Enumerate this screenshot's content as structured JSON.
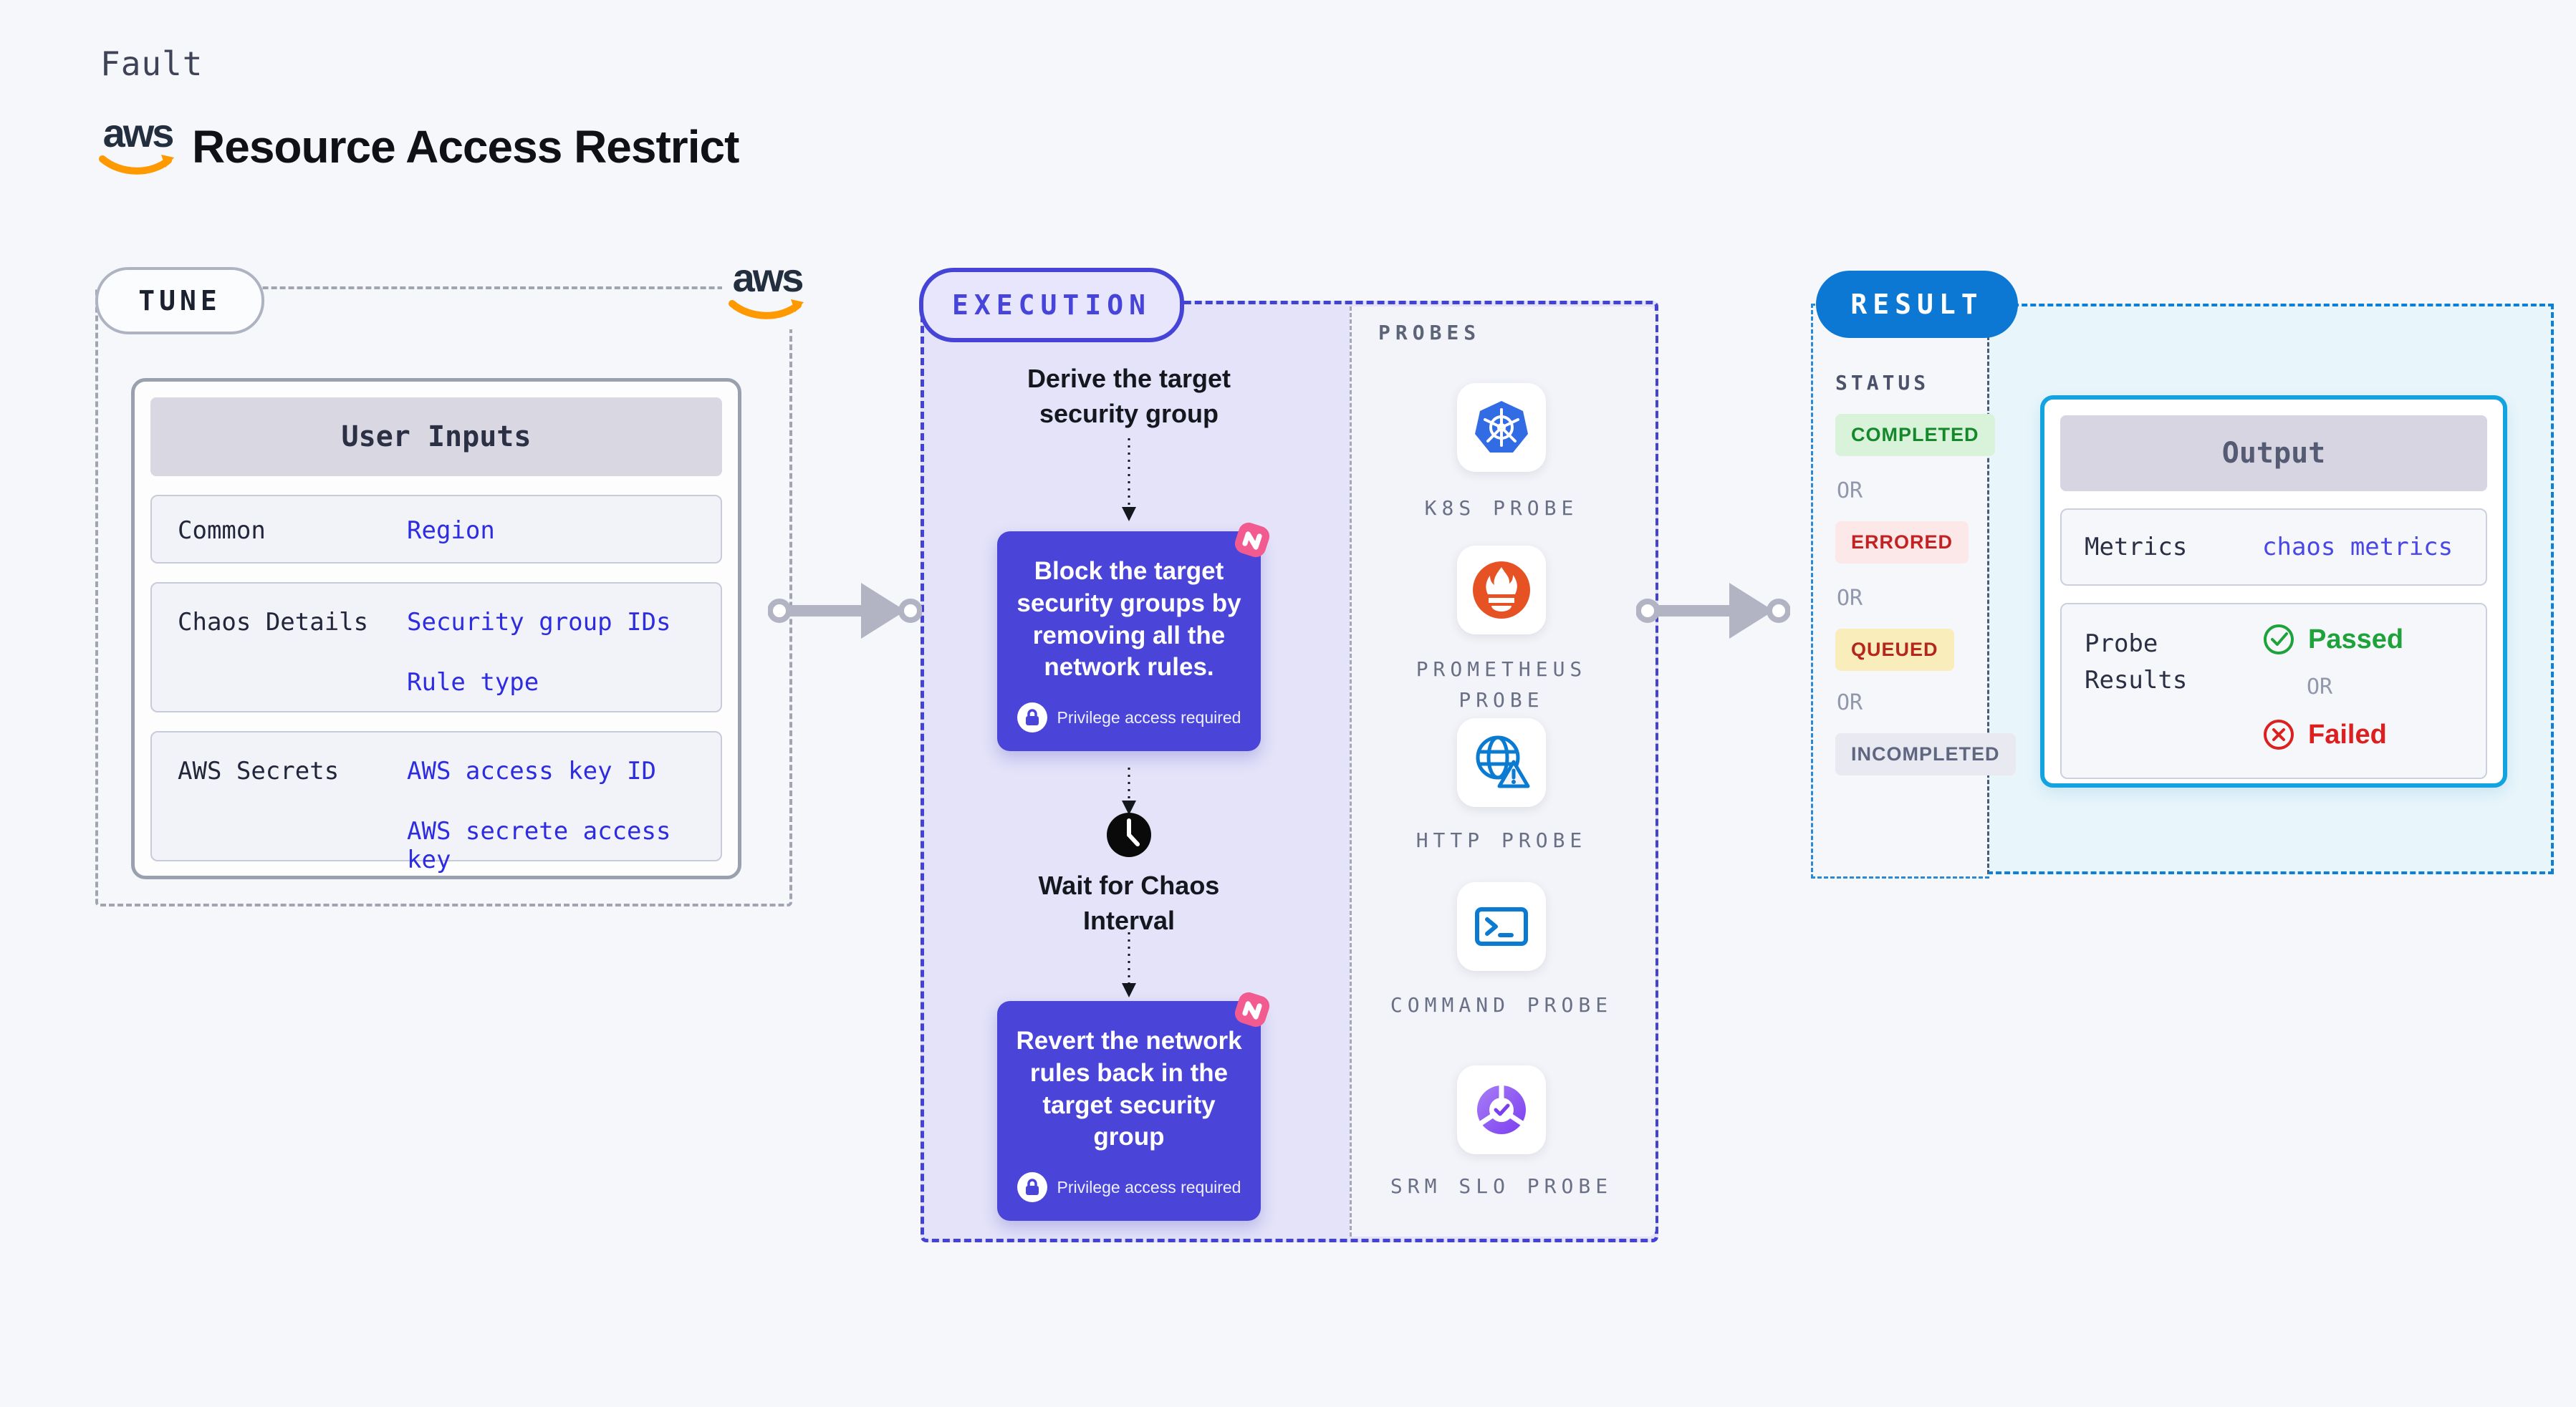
{
  "header": {
    "eyebrow": "Fault",
    "title": "Resource Access Restrict",
    "aws_text": "aws"
  },
  "tune": {
    "badge": "TUNE",
    "table": {
      "header": "User Inputs",
      "rows": [
        {
          "label": "Common",
          "values": [
            "Region"
          ]
        },
        {
          "label": "Chaos Details",
          "values": [
            "Security group IDs",
            "Rule type"
          ]
        },
        {
          "label": "AWS Secrets",
          "values": [
            "AWS access key ID",
            "AWS secrete access key"
          ]
        }
      ]
    }
  },
  "execution": {
    "badge": "EXECUTION",
    "steps": {
      "derive": "Derive the target security group",
      "block": {
        "text": "Block the target security groups by removing all the network rules.",
        "privilege": "Privilege access required"
      },
      "wait": "Wait for Chaos Interval",
      "revert": {
        "text": "Revert the network rules back in the target security group",
        "privilege": "Privilege access required"
      }
    },
    "probes": {
      "label": "PROBES",
      "items": [
        {
          "label": "K8S PROBE",
          "icon": "kubernetes-icon"
        },
        {
          "label": "PROMETHEUS PROBE",
          "icon": "prometheus-icon"
        },
        {
          "label": "HTTP PROBE",
          "icon": "http-globe-warning-icon"
        },
        {
          "label": "COMMAND PROBE",
          "icon": "terminal-icon"
        },
        {
          "label": "SRM SLO PROBE",
          "icon": "slo-donut-check-icon"
        }
      ]
    }
  },
  "result": {
    "badge": "RESULT",
    "status": {
      "label": "STATUS",
      "or": "OR",
      "badges": [
        {
          "text": "COMPLETED",
          "color": "#15882a",
          "bg": "#d9f2da"
        },
        {
          "text": "ERRORED",
          "color": "#c32222",
          "bg": "#fce8e8"
        },
        {
          "text": "QUEUED",
          "color": "#b5271d",
          "bg": "#f9edbb"
        },
        {
          "text": "INCOMPLETED",
          "color": "#5f6780",
          "bg": "#e8e9f1"
        }
      ]
    },
    "output": {
      "header": "Output",
      "metrics_label": "Metrics",
      "metrics_value": "chaos metrics",
      "probe_label": "Probe Results",
      "passed": "Passed",
      "or": "OR",
      "failed": "Failed"
    }
  },
  "colors": {
    "page_bg": "#f5f7fa",
    "accent_indigo": "#4643d7",
    "execution_fill": "#e4e3f9",
    "step_box_blue": "#4a45d8",
    "result_blue": "#0c78d3",
    "output_border": "#12a3e0",
    "link_blue": "#2d2ce0",
    "aws_orange": "#ff9900",
    "chaos_pink": "#f25b8f",
    "passed_green": "#1ea23a",
    "failed_red": "#dc1f1f"
  }
}
